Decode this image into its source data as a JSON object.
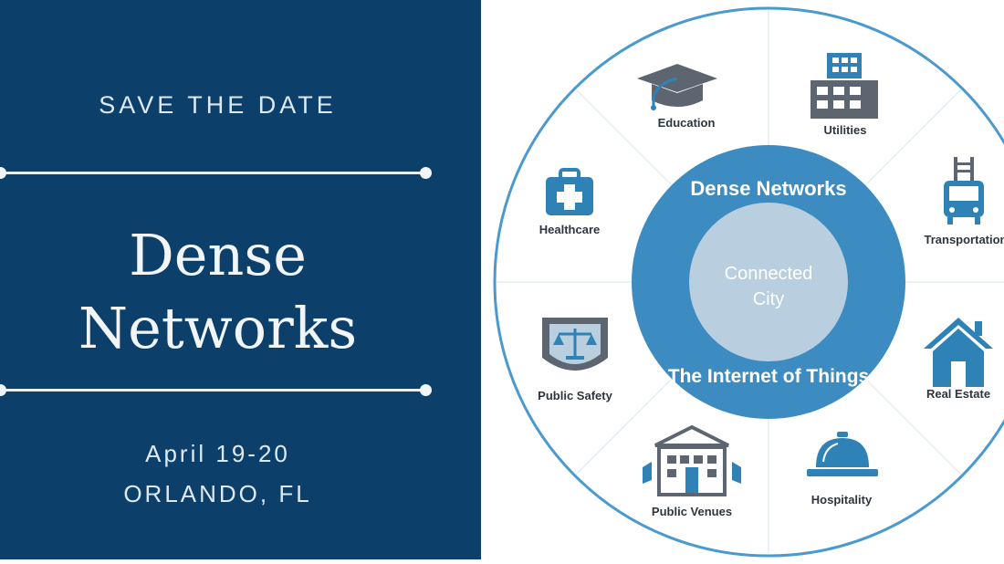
{
  "left_panel": {
    "eyebrow": "SAVE THE DATE",
    "title_line1": "Dense",
    "title_line2": "Networks",
    "date": "April 19-20",
    "location": "ORLANDO, FL",
    "colors": {
      "background": "#0d3f6b",
      "text": "#f1f5f8"
    }
  },
  "diagram": {
    "outer_label_top": "Dense Networks",
    "outer_label_bottom": "The Internet of Things",
    "center_line1": "Connected",
    "center_line2": "City",
    "colors": {
      "ring": "#3c8cc2",
      "core": "#b9cfe0",
      "icon_blue": "#2e82b5",
      "icon_gray": "#5d6670",
      "divider": "#e3edf5"
    },
    "sectors": [
      {
        "label": "Education",
        "icon": "graduation-cap-icon"
      },
      {
        "label": "Utilities",
        "icon": "building-icon"
      },
      {
        "label": "Transportation",
        "icon": "tram-icon"
      },
      {
        "label": "Real Estate",
        "icon": "house-icon"
      },
      {
        "label": "Hospitality",
        "icon": "service-bell-icon"
      },
      {
        "label": "Public Venues",
        "icon": "venue-building-icon"
      },
      {
        "label": "Public Safety",
        "icon": "scales-shield-icon"
      },
      {
        "label": "Healthcare",
        "icon": "medical-kit-icon"
      }
    ]
  }
}
